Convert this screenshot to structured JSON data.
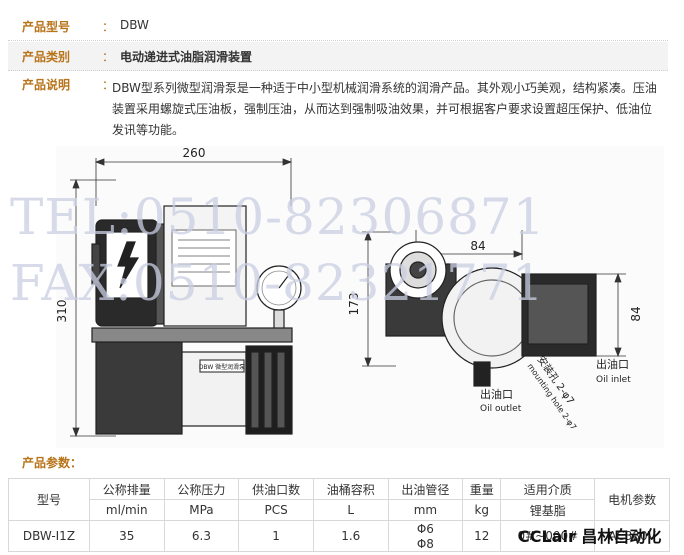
{
  "header": {
    "model_label": "产品型号",
    "model_value": "DBW",
    "category_label": "产品类别",
    "category_value": "电动递进式油脂润滑装置",
    "desc_label": "产品说明",
    "separator": "：",
    "description": "DBW型系列微型润滑泵是一种适于中小型机械润滑系统的润滑产品。其外观小巧美观，结构紧凑。压油装置采用螺旋式压油板，强制压油，从而达到强制吸油效果，并可根据客户要求设置超压保护、低油位发讯等功能。"
  },
  "drawing": {
    "dim_width": "260",
    "dim_height": "310",
    "dim_173": "173",
    "dim_84_top": "84",
    "dim_84_right": "84",
    "outlet_cn": "出油口",
    "outlet_en": "Oil outlet",
    "inlet_cn": "出油口",
    "inlet_en": "Oil inlet",
    "mount_cn": "安装孔 2-φ7",
    "mount_en": "mounting hole 2-φ7",
    "plate_text": "DBW 微型润滑泵"
  },
  "watermark": {
    "tel": "TEL:0510-82306871",
    "fax": "FAX:0510-82321771"
  },
  "params": {
    "title": "产品参数：",
    "headers": [
      [
        "型号",
        ""
      ],
      [
        "公称排量",
        "ml/min"
      ],
      [
        "公称压力",
        "MPa"
      ],
      [
        "供油口数",
        "PCS"
      ],
      [
        "油桶容积",
        "L"
      ],
      [
        "出油管径",
        "mm"
      ],
      [
        "重量",
        "kg"
      ],
      [
        "适用介质",
        "锂基脂"
      ],
      [
        "电机参数",
        ""
      ]
    ],
    "row": [
      "DBW-I1Z",
      "35",
      "6.3",
      "1",
      "1.6",
      "Φ6",
      "12",
      "0#~000#",
      "AC380V"
    ],
    "row_extra": [
      "",
      "",
      "",
      "",
      "",
      "Φ8",
      "",
      "",
      ""
    ]
  },
  "brand": "CCLair 昌林自动化"
}
